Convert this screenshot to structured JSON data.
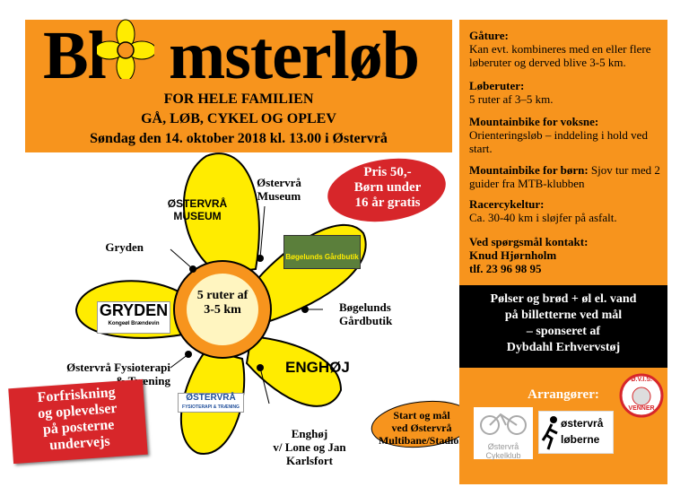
{
  "header": {
    "title_prefix": "Bl",
    "title_suffix": "msterløb",
    "subtitle_1": "FOR HELE FAMILIEN",
    "subtitle_2": "GÅ, LØB, CYKEL OG OPLEV",
    "subtitle_3": "Søndag den 14. oktober 2018 kl. 13.00 i Østervrå"
  },
  "right_panel": {
    "gaature_head": "Gåture:",
    "gaature_body": "Kan evt. kombineres med en eller flere løberuter og derved blive 3-5 km.",
    "loeberuter_head": "Løberuter:",
    "loeberuter_body": "5 ruter af 3–5 km.",
    "mtb_adult_head": "Mountainbike for voksne:",
    "mtb_adult_body": "Orienteringsløb – inddeling i hold ved start.",
    "mtb_kids_head": "Mountainbike for børn:",
    "mtb_kids_body": " Sjov tur med 2 guider fra MTB-klubben",
    "racer_head": "Racercykeltur:",
    "racer_body": "Ca. 30-40 km i sløjfer på asfalt.",
    "contact_head": "Ved spørgsmål kontakt:",
    "contact_name": "Knud Hjørnholm",
    "contact_phone": "tlf. 23 96 98 95"
  },
  "black_box": {
    "line_1": "Pølser og brød + øl el. vand",
    "line_2": "på billetterne ved mål",
    "line_3": "– sponseret af",
    "line_4": "Dybdahl Erhvervstøj"
  },
  "organizers": {
    "title": "Arrangører:",
    "cykelklub_line_1": "Østervrå",
    "cykelklub_line_2": "Cykelklub",
    "loeberne_line_1": "østervrå",
    "loeberne_line_2": "løberne",
    "ovis_top": "Ø.V.I.S.",
    "ovis_bottom": "VENNER"
  },
  "flower": {
    "center_line_1": "5 ruter af",
    "center_line_2": "3-5 km",
    "petal_museum_1": "ØSTERVRÅ",
    "petal_museum_2": "MUSEUM",
    "petal_gryden": "GRYDEN",
    "petal_gryden_sub": "Kongeøl Brændevin",
    "petal_enghoj": "ENGHØJ",
    "petal_fysio_1": "ØSTERVRÅ",
    "petal_fysio_2": "FYSIOTERAPI & TRÆNING",
    "petal_gaard": "Bøgelunds Gårdbutik"
  },
  "labels": {
    "museum_1": "Østervrå",
    "museum_2": "Museum",
    "gryden": "Gryden",
    "boegelund_1": "Bøgelunds",
    "boegelund_2": "Gårdbutik",
    "fysio_1": "Østervrå Fysioterapi",
    "fysio_2": "& Træning",
    "enghoj_1": "Enghøj",
    "enghoj_2": "v/ Lone og Jan",
    "enghoj_3": "Karlsfort"
  },
  "price": {
    "line_1": "Pris 50,-",
    "line_2": "Børn under",
    "line_3": "16 år gratis"
  },
  "start": {
    "line_1": "Start og mål",
    "line_2": "ved Østervrå",
    "line_3": "Multibane/Stadion"
  },
  "refresh": {
    "line_1": "Forfriskning",
    "line_2": "og oplevelser",
    "line_3": "på posterne",
    "line_4": "undervejs"
  },
  "colors": {
    "orange": "#f7941d",
    "petal_yellow": "#ffec00",
    "red": "#d7262a",
    "black": "#000000"
  }
}
